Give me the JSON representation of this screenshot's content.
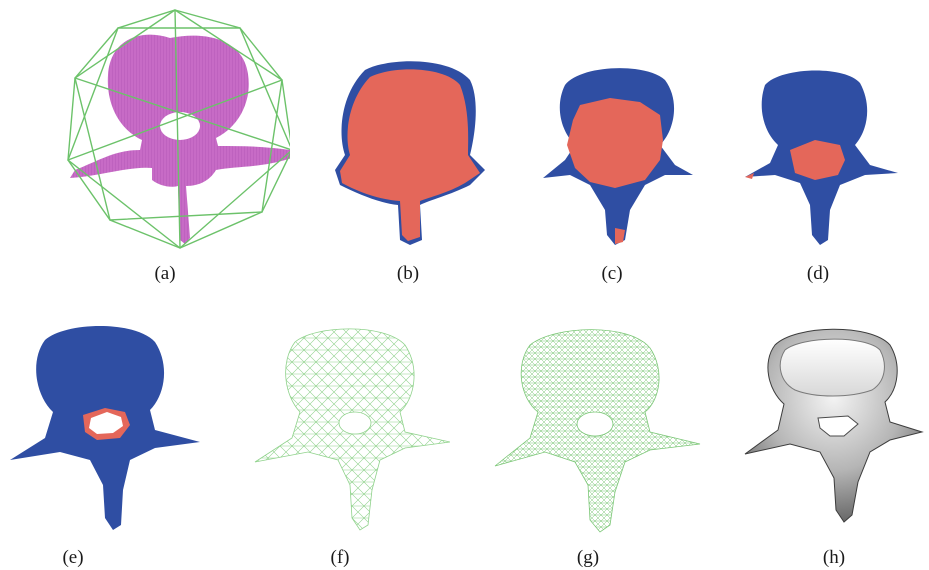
{
  "figure": {
    "panels": [
      {
        "id": "a",
        "label": "(a)",
        "stage": "initial-deformable-model",
        "colors": {
          "shape": "#c76bc6",
          "frame": "#6cc26a"
        }
      },
      {
        "id": "b",
        "label": "(b)",
        "stage": "deformation-step",
        "colors": {
          "mesh": "#2f4ea3",
          "region": "#e4675a"
        }
      },
      {
        "id": "c",
        "label": "(c)",
        "stage": "deformation-step",
        "colors": {
          "mesh": "#2f4ea3",
          "region": "#e4675a"
        }
      },
      {
        "id": "d",
        "label": "(d)",
        "stage": "deformation-step",
        "colors": {
          "mesh": "#2f4ea3",
          "region": "#e4675a"
        }
      },
      {
        "id": "e",
        "label": "(e)",
        "stage": "deformation-step",
        "colors": {
          "mesh": "#2f4ea3",
          "region": "#e4675a"
        }
      },
      {
        "id": "f",
        "label": "(f)",
        "stage": "coarse-wireframe",
        "colors": {
          "wire": "#8fd28b"
        }
      },
      {
        "id": "g",
        "label": "(g)",
        "stage": "fine-wireframe",
        "colors": {
          "wire": "#7cc777"
        }
      },
      {
        "id": "h",
        "label": "(h)",
        "stage": "shaded-surface",
        "colors": {
          "surface": "#8c8c8c"
        }
      }
    ]
  }
}
